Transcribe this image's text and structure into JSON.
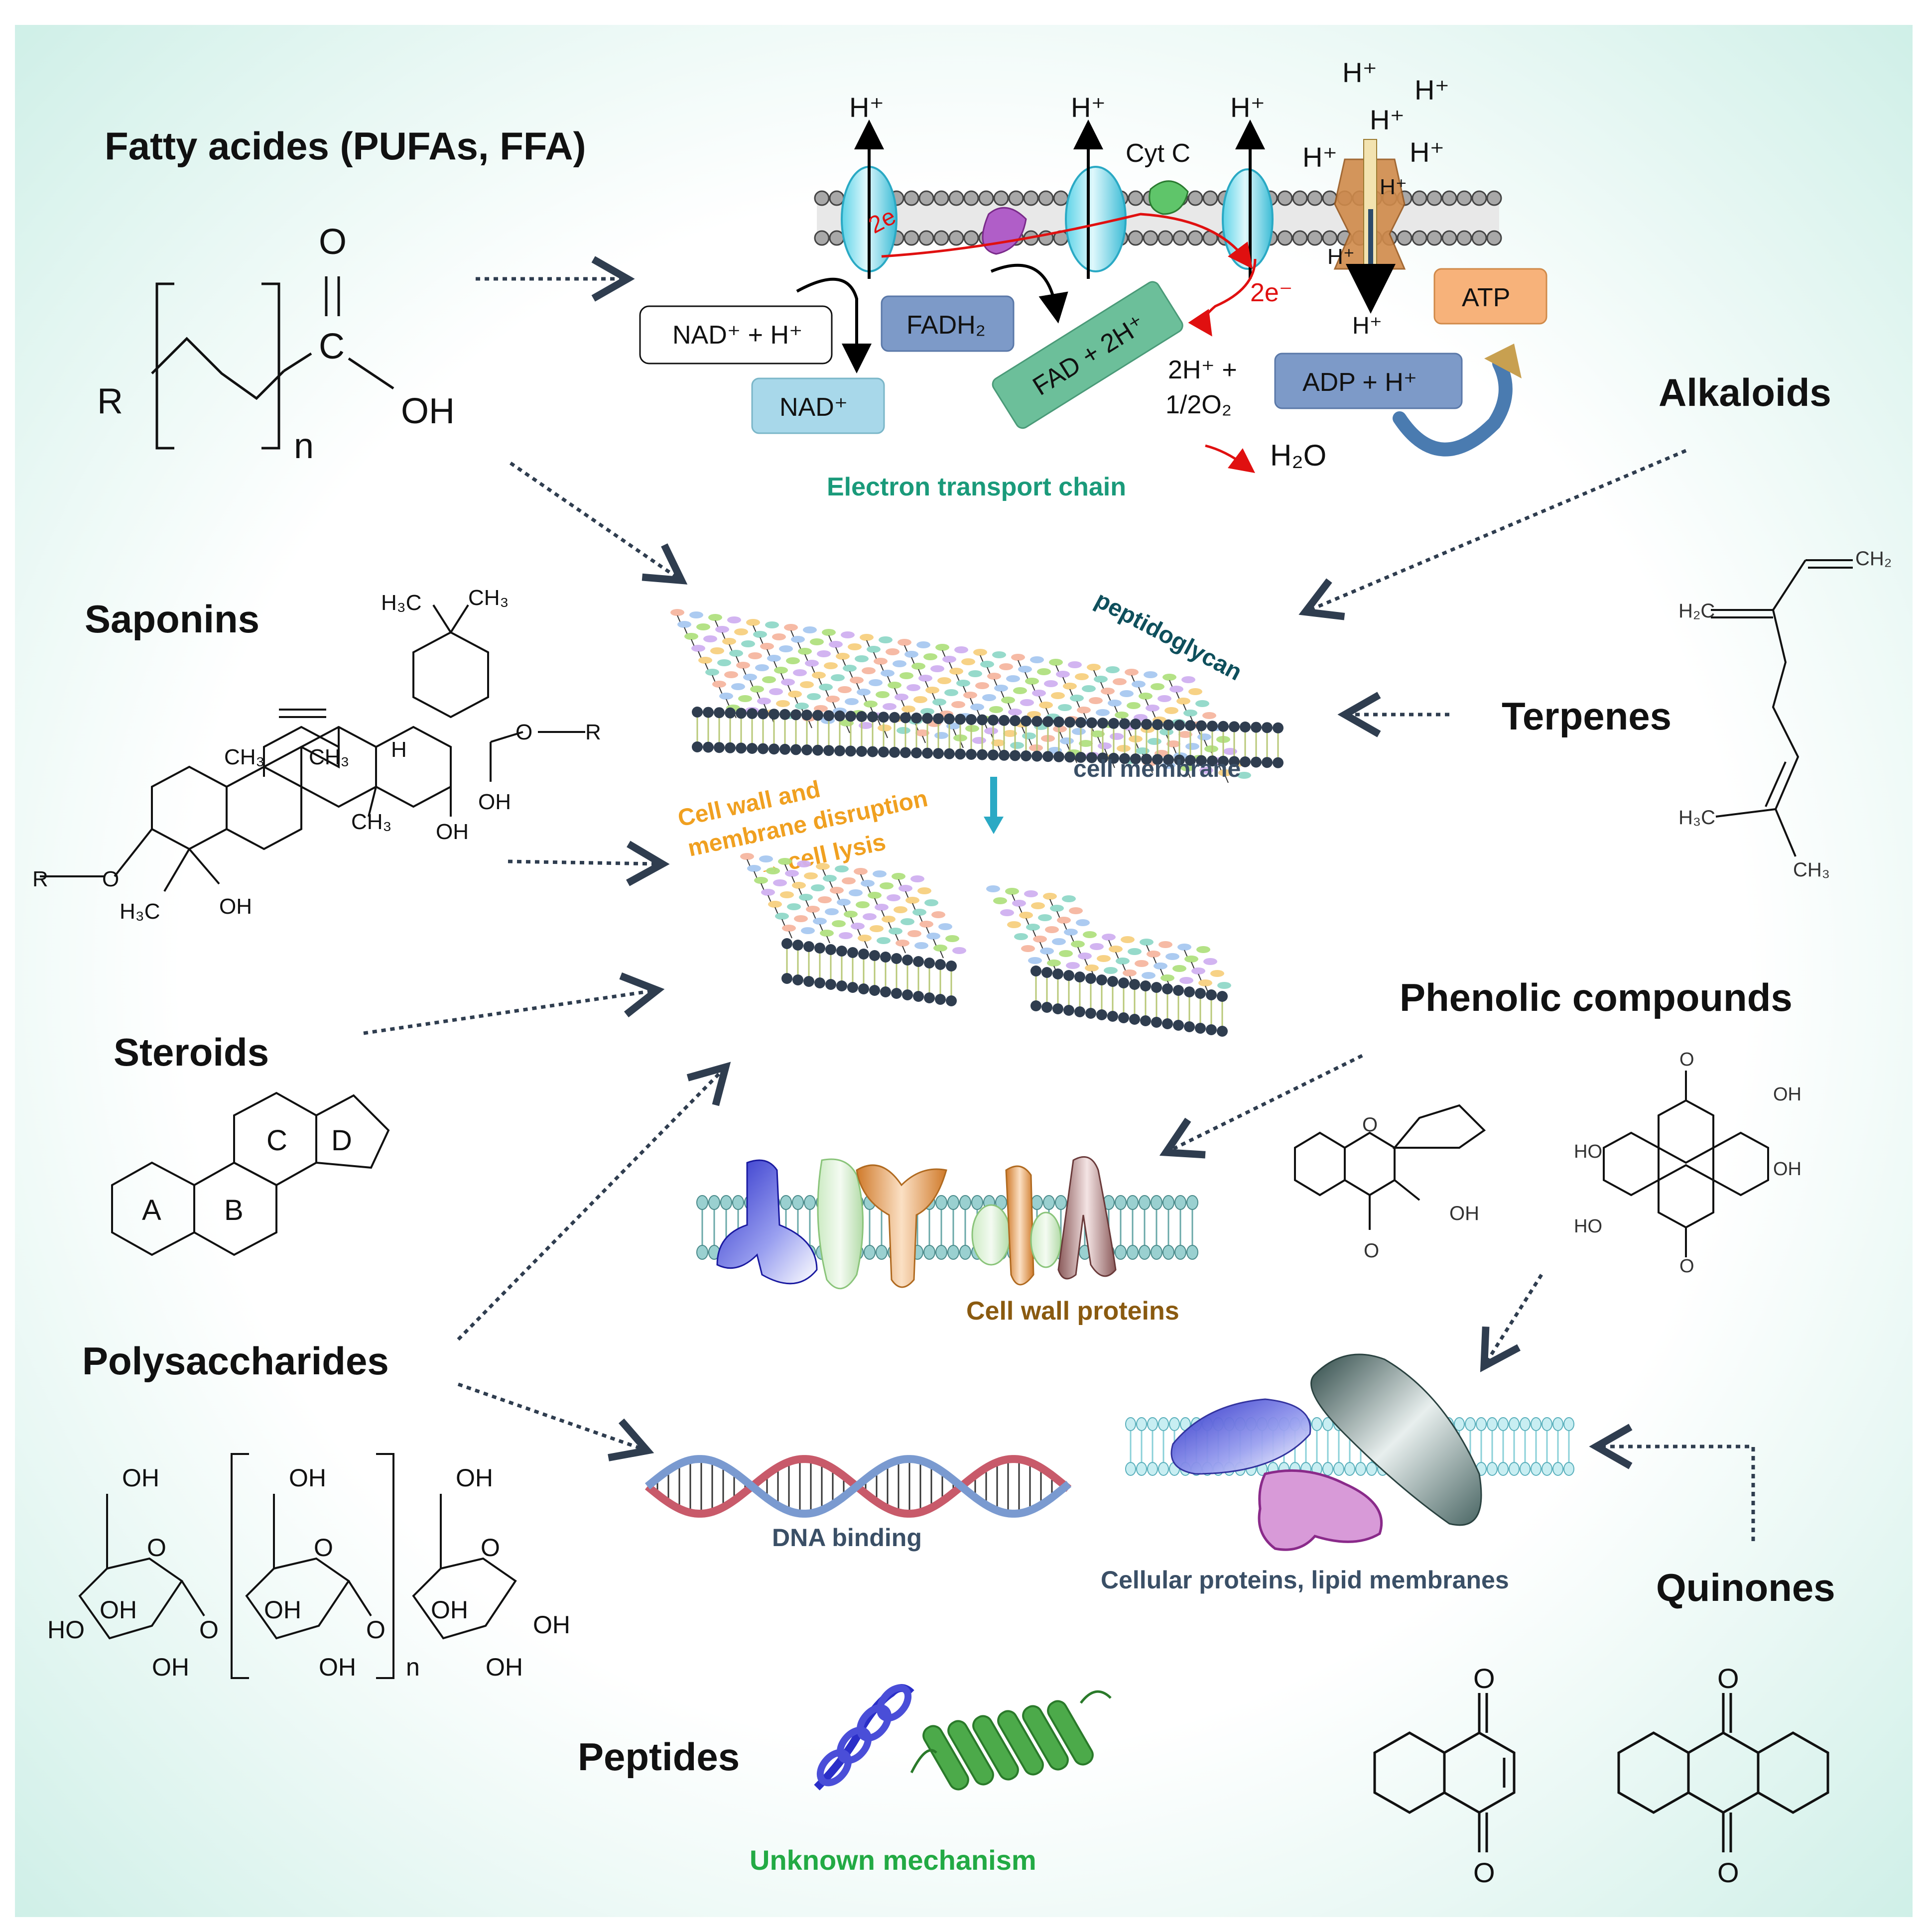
{
  "classes": {
    "fatty_acids": "Fatty acides (PUFAs, FFA)",
    "saponins": "Saponins",
    "steroids": "Steroids",
    "polysaccharides": "Polysaccharides",
    "peptides": "Peptides",
    "alkaloids": "Alkaloids",
    "terpenes": "Terpenes",
    "phenolics": "Phenolic compounds",
    "quinones": "Quinones"
  },
  "etc": {
    "hplus": "H⁺",
    "cyt_c": "Cyt C",
    "e_small": "2e",
    "e_right": "2e⁻",
    "nad_h": "NAD⁺ + H⁺",
    "nad": "NAD⁺",
    "fadh2": "FADH₂",
    "fad": "FAD + 2H⁺",
    "oxygen_line1": "2H⁺ +",
    "oxygen_line2": "1/2O₂",
    "water": "H₂O",
    "adp": "ADP + H⁺",
    "atp": "ATP",
    "title": "Electron transport chain"
  },
  "center": {
    "peptidoglycan": "peptidoglycan",
    "cell_membrane": "cell membrane",
    "disruption_line1": "Cell wall and",
    "disruption_line2": "membrane disruption",
    "disruption_line3": "→ cell lysis",
    "cell_wall_proteins": "Cell wall proteins",
    "dna_binding": "DNA binding",
    "cellular_proteins": "Cellular proteins, lipid membranes",
    "unknown": "Unknown mechanism"
  },
  "structures": {
    "fatty_acid": {
      "R": "R",
      "C": "C",
      "O": "O",
      "OH": "OH",
      "n": "n"
    },
    "steroid_rings": [
      "A",
      "B",
      "C",
      "D"
    ],
    "saponin": {
      "ch3": "CH₃",
      "h3c": "H₃C",
      "oh": "OH",
      "h": "H",
      "r": "R",
      "o": "O"
    },
    "terpene": {
      "ch2": "CH₂",
      "h2c": "H₂C",
      "h3c": "H₃C",
      "ch3": "CH₃"
    },
    "flavonol": {
      "o": "O",
      "oh": "OH"
    },
    "ellagic": {
      "o": "O",
      "oh": "OH",
      "ho": "HO"
    },
    "sugar": {
      "oh": "OH",
      "ho": "HO",
      "o": "O",
      "n": "n"
    },
    "quinone": {
      "o": "O"
    }
  },
  "colors": {
    "background_edge": "#cdeee7",
    "etc_title": "#1a9a7a",
    "peptidoglycan_label": "#0e4f5c",
    "membrane_label": "#3a4f66",
    "disruption": "#f0a020",
    "cell_wall_proteins": "#8a5a10",
    "dna_label": "#3a4f66",
    "cellular_proteins_label": "#3a4f66",
    "unknown": "#22aa44",
    "electron_arrow": "#e01010",
    "nad_box": "#a8d8ea",
    "fadh2_box": "#7d9ac8",
    "fad_box": "#6cbf9a",
    "adp_box": "#7d9ac8",
    "atp_box": "#f7b27a"
  }
}
